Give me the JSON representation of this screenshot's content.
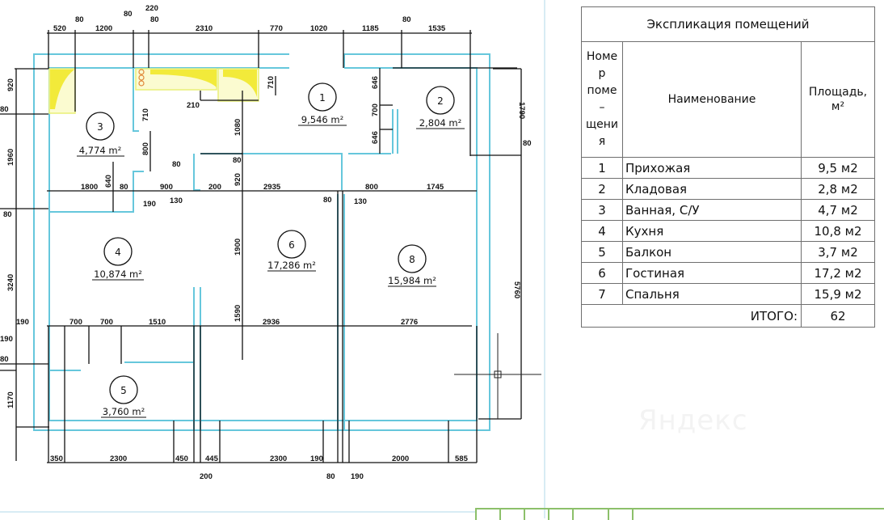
{
  "explication": {
    "title": "Экспликация помещений",
    "header_number": "Номе\nр\nпоме\n–\nщени\nя",
    "header_number_lines": [
      "Номе",
      "р",
      "поме",
      "–",
      "щени",
      "я"
    ],
    "header_name": "Наименование",
    "header_area": "Площадь,",
    "header_area_unit": "м²",
    "rows": [
      {
        "num": "1",
        "name": "Прихожая",
        "area": "9,5 м2"
      },
      {
        "num": "2",
        "name": "Кладовая",
        "area": "2,8 м2"
      },
      {
        "num": "3",
        "name": "Ванная, С/У",
        "area": "4,7 м2"
      },
      {
        "num": "4",
        "name": "Кухня",
        "area": "10,8 м2"
      },
      {
        "num": "5",
        "name": "Балкон",
        "area": "3,7 м2"
      },
      {
        "num": "6",
        "name": "Гостиная",
        "area": "17,2 м2"
      },
      {
        "num": "7",
        "name": "Спальня",
        "area": "15,9 м2"
      }
    ],
    "total_label": "ИТОГО:",
    "total_value": "62"
  },
  "rooms": [
    {
      "num": "1",
      "area": "9,546 m²"
    },
    {
      "num": "2",
      "area": "2,804 m²"
    },
    {
      "num": "3",
      "area": "4,774 m²"
    },
    {
      "num": "4",
      "area": "10,874 m²"
    },
    {
      "num": "5",
      "area": "3,760 m²"
    },
    {
      "num": "6",
      "area": "17,286 m²"
    },
    {
      "num": "8",
      "area": "15,984 m²"
    }
  ],
  "dimensions": {
    "top": [
      "520",
      "80",
      "1200",
      "80",
      "220",
      "80",
      "2310",
      "770",
      "1020",
      "1185",
      "80",
      "1535"
    ],
    "left": [
      "920",
      "80",
      "1960",
      "80",
      "3240",
      "190",
      "80",
      "1170"
    ],
    "right": [
      "1790",
      "80",
      "5760"
    ],
    "row_mid": [
      "1800",
      "80",
      "190",
      "900",
      "130",
      "200",
      "2935",
      "80",
      "130",
      "800",
      "1745"
    ],
    "row_low": [
      "190",
      "700",
      "700",
      "1510",
      "2936",
      "2776"
    ],
    "bottom": [
      "350",
      "2300",
      "450",
      "445",
      "200",
      "2300",
      "190",
      "80",
      "190",
      "2000",
      "585"
    ],
    "inner": [
      "710",
      "210",
      "710",
      "800",
      "1080",
      "80",
      "920",
      "640",
      "80",
      "646",
      "700",
      "646",
      "1900",
      "1590"
    ]
  },
  "colors": {
    "wall_line": "#111111",
    "cyan_outline": "#66c7dc",
    "yellow_fill": "#f2ea3a",
    "stamp_green": "#8cc06a"
  },
  "watermark": "Яндекс"
}
